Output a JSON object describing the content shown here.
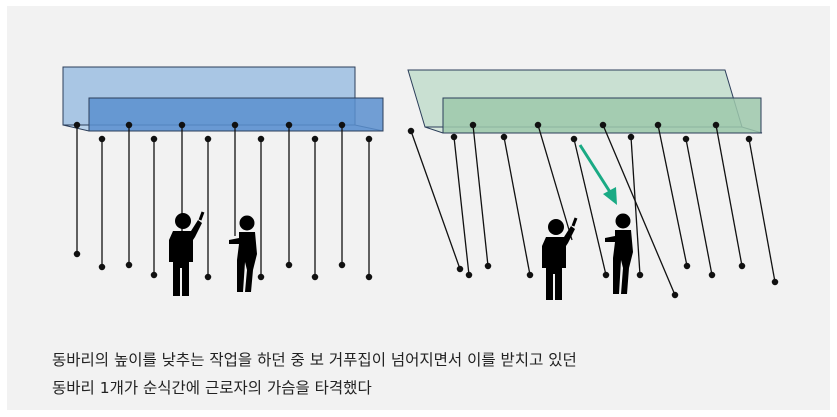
{
  "caption": {
    "line1": "동바리의 높이를 낮추는 작업을 하던 중 보 거푸집이 넘어지면서 이를 받치고 있던",
    "line2": "동바리 1개가 순식간에 근로자의 가슴을 타격했다"
  },
  "colors": {
    "background": "#f2f2f2",
    "left_formwork_back": "#a9c6e4",
    "left_formwork_front": "#5b8fcf",
    "right_formwork_back": "#c9e0d2",
    "right_formwork_front": "#9dc8ac",
    "arrow": "#1aaa84",
    "line": "#111111"
  },
  "icons": {
    "worker": "worker-silhouette",
    "collapse_arrow": "collapse-direction-arrow"
  }
}
